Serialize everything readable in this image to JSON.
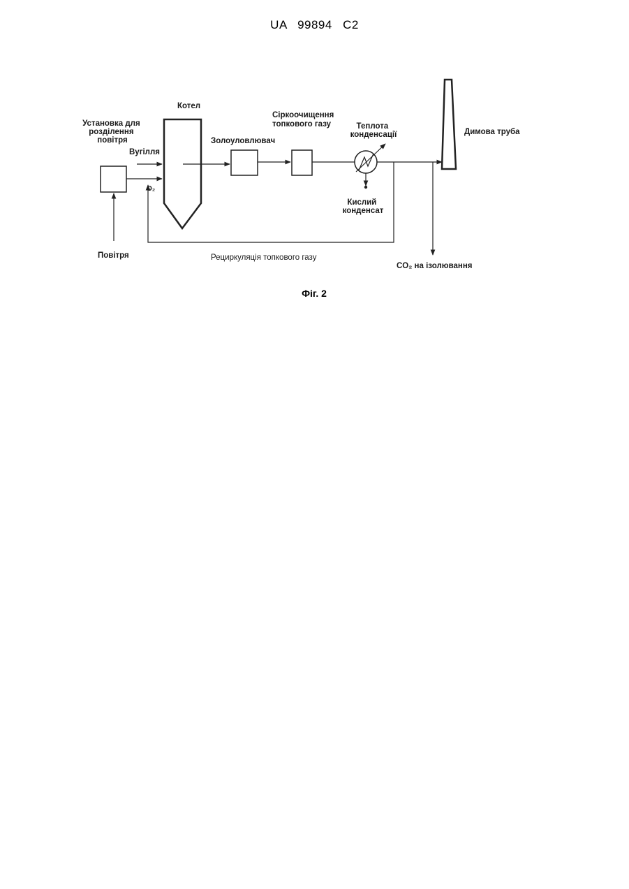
{
  "header": {
    "text": "UA   99894   C2"
  },
  "labels": {
    "air_separation": [
      "Установка для",
      "розділення",
      "повітря"
    ],
    "coal": "Вугілля",
    "boiler": "Котел",
    "o2": "O₂",
    "ash_collector": "Золоуловлювач",
    "desulfurization": [
      "Сіркоочищення",
      "топкового газу"
    ],
    "condensation_heat": [
      "Теплота",
      "конденсації"
    ],
    "acid_condensate": [
      "Кислий",
      "конденсат"
    ],
    "stack": "Димова труба",
    "air": "Повітря",
    "recirculation": "Рециркуляція топкового газу",
    "co2": "CO₂ на ізолювання"
  },
  "caption": "Фіг. 2"
}
